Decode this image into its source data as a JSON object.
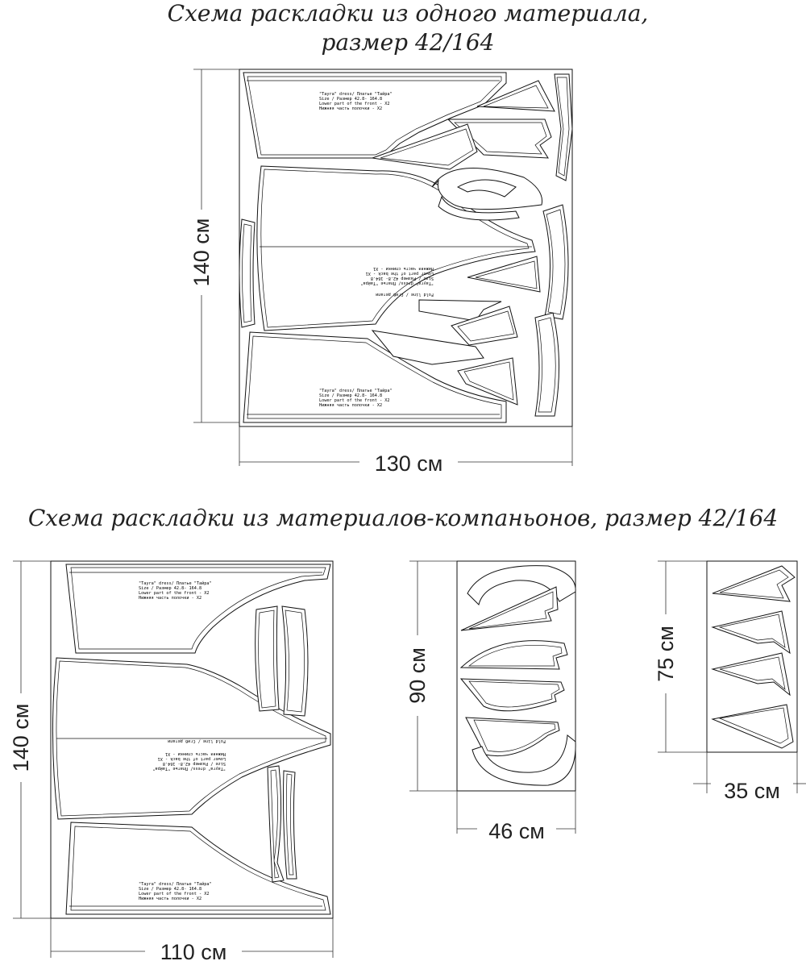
{
  "titles": {
    "single_line1": "Схема раскладки из одного материала,",
    "single_line2": "размер 42/164",
    "companion": "Схема раскладки из материалов-компаньонов, размер 42/164"
  },
  "dimensions": {
    "single_height": "140 см",
    "single_width": "130 см",
    "main_height": "140 см",
    "main_width": "110 см",
    "comp1_height": "90 см",
    "comp1_width": "46 см",
    "comp2_height": "75 см",
    "comp2_width": "35 см"
  },
  "labels": {
    "front_1": "\"Tayra\" dress/ Платье \"Тайра\"",
    "front_2": "Size / Размер   42.8- 164.8",
    "front_3": "Lower part of the front - X2",
    "front_4": "Нижняя часть полочки - X2",
    "back_1": "\"Tayra\" dress/ Платье \"Тайра\"",
    "back_2": "Size / Размер   42.8- 164.8",
    "back_3": "Lower part of the back - X1",
    "back_4": "Нижняя часть спинки - X1",
    "fold": "Fold line / Сгиб детали"
  }
}
